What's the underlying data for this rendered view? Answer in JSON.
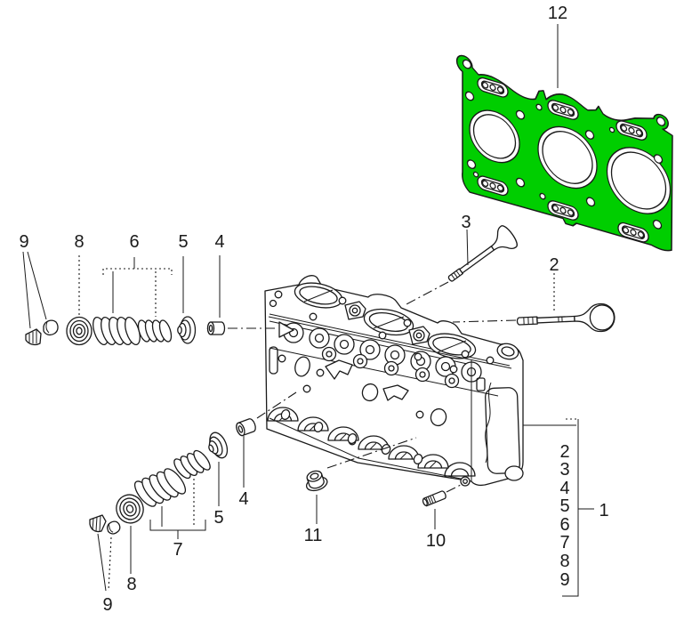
{
  "diagram": {
    "background": "#ffffff",
    "line_color": "#1a1a1a",
    "gasket_color": "#00ce00"
  },
  "callouts": {
    "gasket": "12",
    "valve_a": "3",
    "valve_b": "2",
    "row_top": {
      "keepers": "9",
      "spring_seat": "8",
      "springs": "6",
      "retainer": "5",
      "stem_seal": "4"
    },
    "row_bottom": {
      "stem_seal": "4",
      "retainer": "5",
      "springs": "7",
      "spring_seat": "8",
      "keepers": "9"
    },
    "nut": "11",
    "stud": "10",
    "head_assembly": "1"
  },
  "legend": {
    "items": [
      "2",
      "3",
      "4",
      "5",
      "6",
      "7",
      "8",
      "9"
    ]
  }
}
